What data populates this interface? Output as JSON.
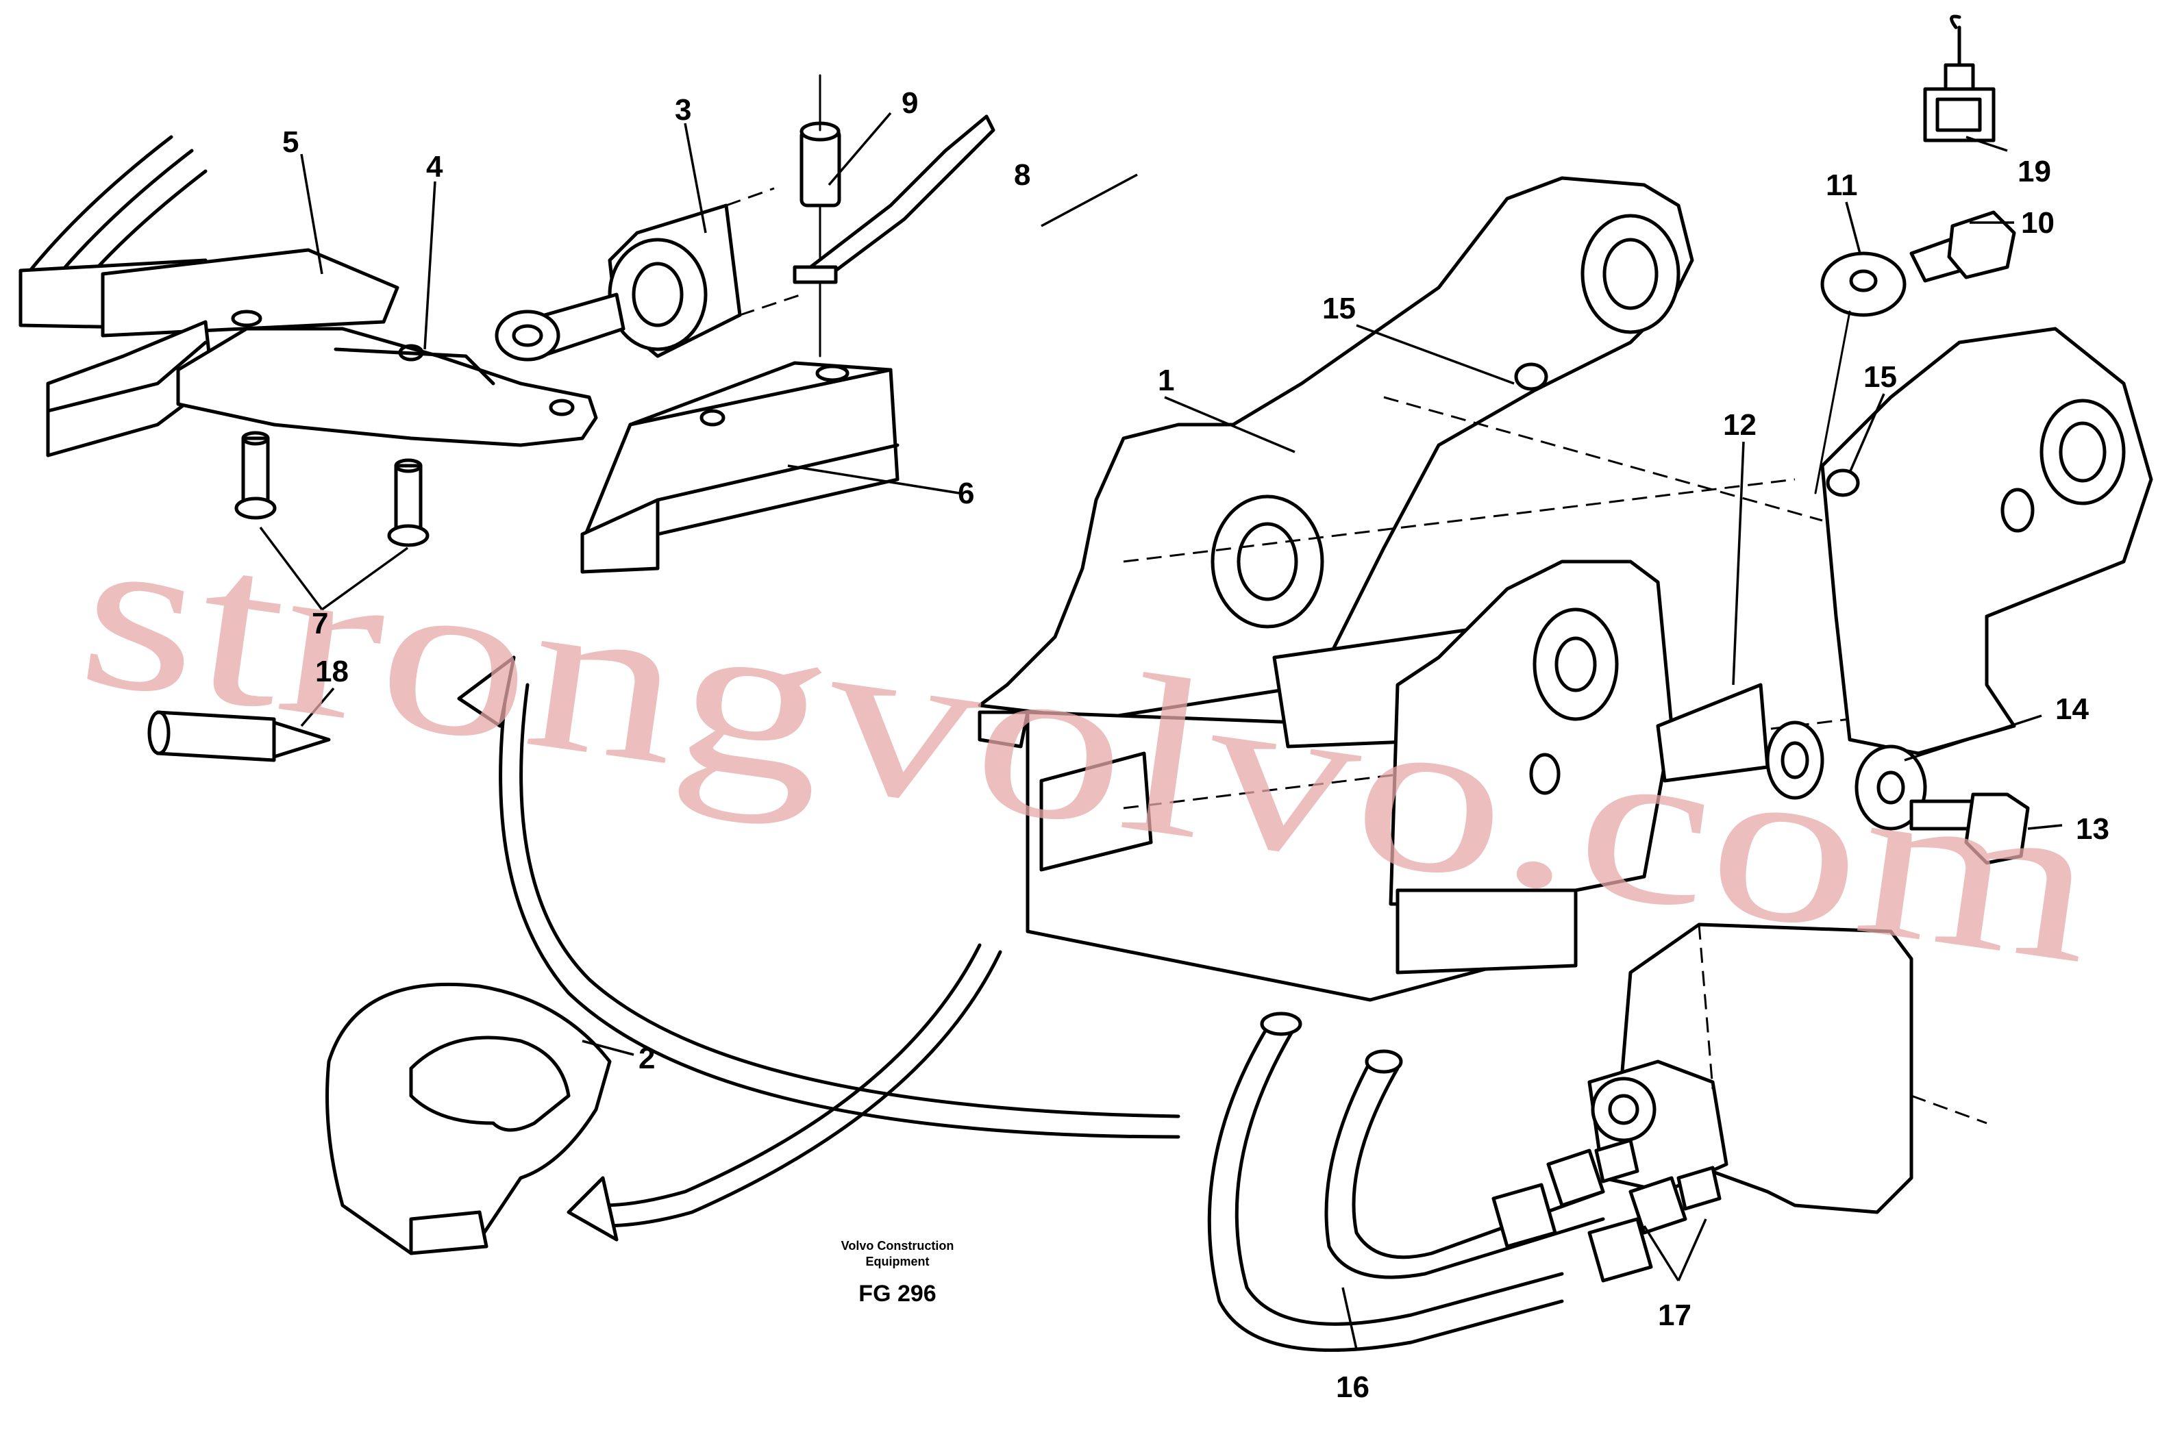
{
  "callouts": [
    {
      "id": "1",
      "label": "1"
    },
    {
      "id": "2",
      "label": "2"
    },
    {
      "id": "3",
      "label": "3"
    },
    {
      "id": "4",
      "label": "4"
    },
    {
      "id": "5",
      "label": "5"
    },
    {
      "id": "6",
      "label": "6"
    },
    {
      "id": "7",
      "label": "7"
    },
    {
      "id": "8",
      "label": "8"
    },
    {
      "id": "9",
      "label": "9"
    },
    {
      "id": "10",
      "label": "10"
    },
    {
      "id": "11",
      "label": "11"
    },
    {
      "id": "12",
      "label": "12"
    },
    {
      "id": "13",
      "label": "13"
    },
    {
      "id": "14",
      "label": "14"
    },
    {
      "id": "15a",
      "label": "15"
    },
    {
      "id": "15b",
      "label": "15"
    },
    {
      "id": "16",
      "label": "16"
    },
    {
      "id": "17",
      "label": "17"
    },
    {
      "id": "18",
      "label": "18"
    },
    {
      "id": "19",
      "label": "19"
    }
  ],
  "caption": {
    "line1": "Volvo Construction",
    "line2": "Equipment",
    "code": "FG 296"
  },
  "watermark": "strongvolvo.com"
}
